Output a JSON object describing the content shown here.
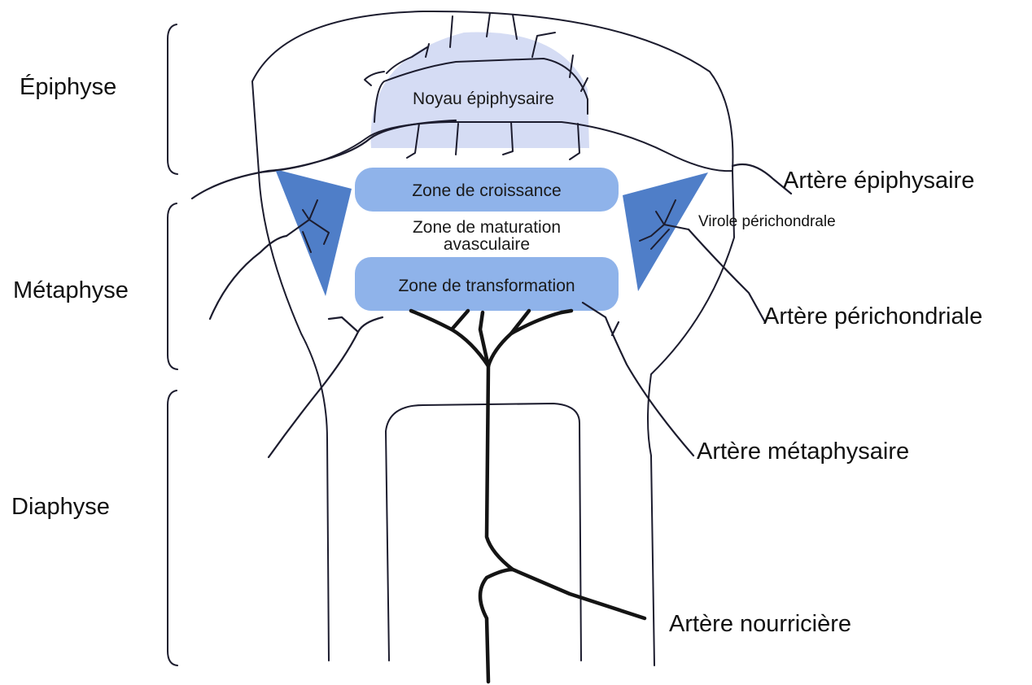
{
  "regions": {
    "epiphyse": "Épiphyse",
    "metaphyse": "Métaphyse",
    "diaphyse": "Diaphyse"
  },
  "zones": {
    "noyau": "Noyau épiphysaire",
    "croissance": "Zone de croissance",
    "maturation_line1": "Zone de maturation",
    "maturation_line2": "avasculaire",
    "transformation": "Zone de transformation"
  },
  "labels": {
    "artere_epiphysaire": "Artère épiphysaire",
    "virole": "Virole périchondrale",
    "artere_perichondriale": "Artère périchondriale",
    "artere_metaphysaire": "Artère métaphysaire",
    "artere_nourriciere": "Artère nourricière"
  },
  "colors": {
    "nucleus_fill": "#d5dcf4",
    "zone_fill": "#8fb3ea",
    "triangle_fill": "#4f7ec8",
    "line": "#1c1c2e"
  }
}
